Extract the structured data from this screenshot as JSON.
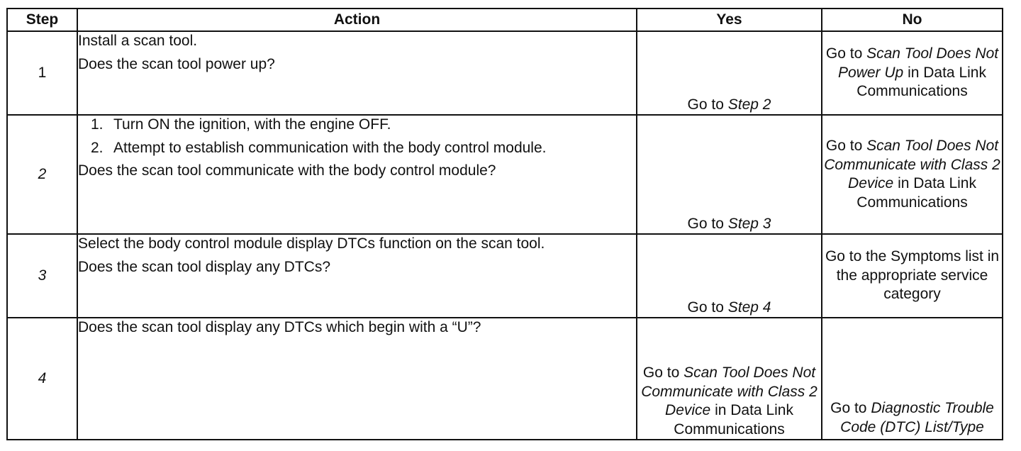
{
  "headers": {
    "step": "Step",
    "action": "Action",
    "yes": "Yes",
    "no": "No"
  },
  "rows": [
    {
      "step": "1",
      "action": {
        "instruction": "Install a scan tool.",
        "question": "Does the scan tool power up?"
      },
      "yes": {
        "pre": "Go to ",
        "link": "Step 2"
      },
      "no": {
        "pre": "Go to ",
        "link": "Scan Tool Does Not Power Up",
        "post": " in Data Link Communications"
      }
    },
    {
      "step": "2",
      "action": {
        "substeps": [
          {
            "num": "1.",
            "text": "Turn ON the ignition, with the engine OFF."
          },
          {
            "num": "2.",
            "text": "Attempt to establish communication with the body control module."
          }
        ],
        "question": "Does the scan tool communicate with the body control module?"
      },
      "yes": {
        "pre": "Go to ",
        "link": "Step 3"
      },
      "no": {
        "pre": "Go to ",
        "link": "Scan Tool Does Not Communicate with Class 2 Device",
        "post": " in Data Link Communications"
      }
    },
    {
      "step": "3",
      "action": {
        "instruction": "Select the body control module display DTCs function on the scan tool.",
        "question": "Does the scan tool display any DTCs?"
      },
      "yes": {
        "pre": "Go to ",
        "link": "Step 4"
      },
      "no": {
        "text": "Go to the Symptoms list in the appropriate service category"
      }
    },
    {
      "step": "4",
      "action": {
        "question": "Does the scan tool display any DTCs which begin with a “U”?"
      },
      "yes": {
        "pre": "Go to ",
        "link": "Scan Tool Does Not Communicate with Class 2 Device",
        "post": " in Data Link Communications"
      },
      "no": {
        "pre": "Go to ",
        "link": "Diagnostic Trouble Code (DTC) List/Type"
      }
    }
  ]
}
